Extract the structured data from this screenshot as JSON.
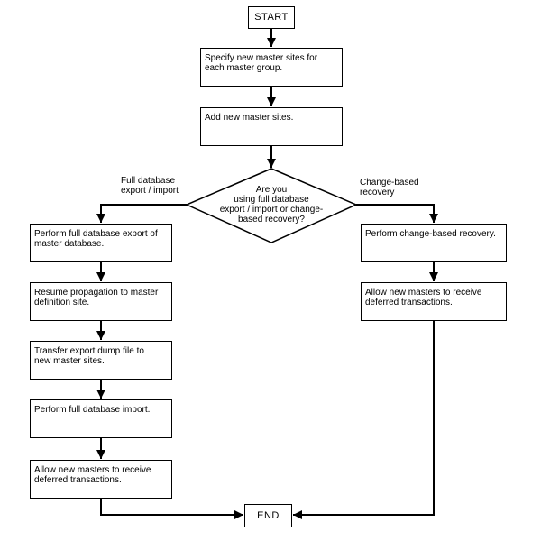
{
  "flowchart": {
    "start_label": "START",
    "end_label": "END",
    "top_steps": [
      {
        "text": "Specify new master sites for\neach master group."
      },
      {
        "text": "Add new master sites."
      }
    ],
    "decision": {
      "text": "Are you\nusing full database\nexport / import or change-\nbased recovery?"
    },
    "branch_labels": {
      "left": "Full database\nexport / import",
      "right": "Change-based\nrecovery"
    },
    "left_steps": [
      {
        "text": "Perform full database export of\nmaster database."
      },
      {
        "text": "Resume propagation to master\ndefinition site."
      },
      {
        "text": "Transfer export dump file to\nnew master sites."
      },
      {
        "text": "Perform full database import."
      },
      {
        "text": "Allow new masters to receive\ndeferred transactions."
      }
    ],
    "right_steps": [
      {
        "text": "Perform change-based recovery."
      },
      {
        "text": "Allow new masters to receive\ndeferred transactions."
      }
    ],
    "colors": {
      "line": "#000000",
      "shape_fill": "#ffffff",
      "background": "#ffffff"
    }
  }
}
